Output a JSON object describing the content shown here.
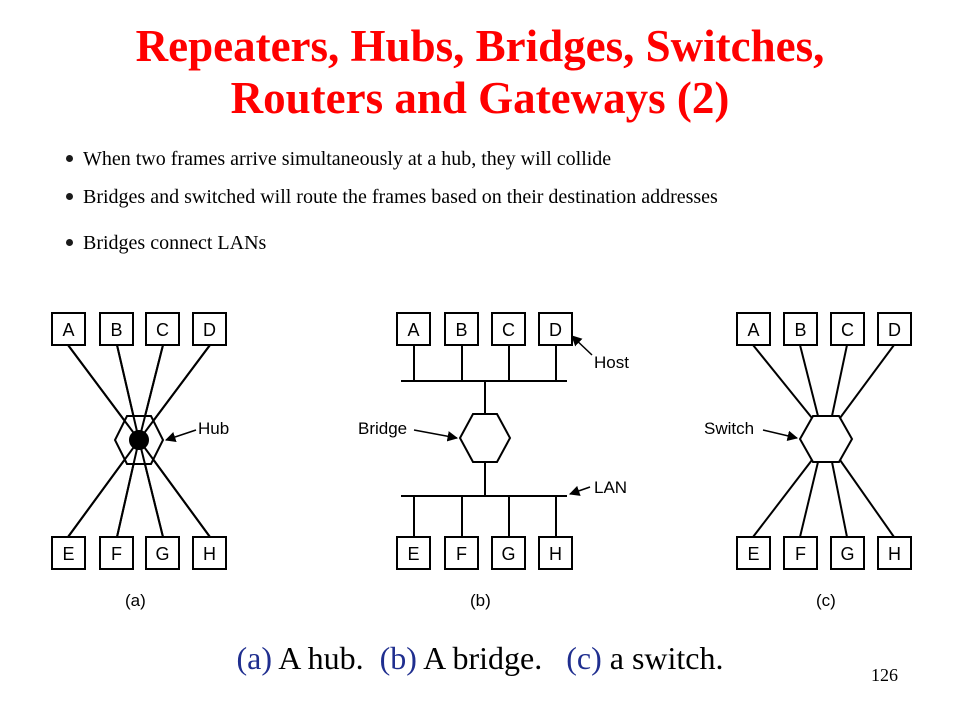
{
  "title": {
    "line1": "Repeaters, Hubs, Bridges, Switches,",
    "line2": "Routers and Gateways (2)"
  },
  "bullets": [
    "When two frames arrive simultaneously at a hub, they will collide",
    "Bridges and switched will route the frames based on their destination addresses",
    "Bridges connect LANs"
  ],
  "diagram": {
    "panel_a": {
      "top_nodes": [
        "A",
        "B",
        "C",
        "D"
      ],
      "bottom_nodes": [
        "E",
        "F",
        "G",
        "H"
      ],
      "pointer_label": "Hub",
      "panel_label": "(a)"
    },
    "panel_b": {
      "top_nodes": [
        "A",
        "B",
        "C",
        "D"
      ],
      "bottom_nodes": [
        "E",
        "F",
        "G",
        "H"
      ],
      "host_label": "Host",
      "bridge_label": "Bridge",
      "lan_label": "LAN",
      "panel_label": "(b)"
    },
    "panel_c": {
      "top_nodes": [
        "A",
        "B",
        "C",
        "D"
      ],
      "bottom_nodes": [
        "E",
        "F",
        "G",
        "H"
      ],
      "pointer_label": "Switch",
      "panel_label": "(c)"
    }
  },
  "caption": {
    "a_tag": "(a)",
    "a_text": "A hub.",
    "b_tag": "(b)",
    "b_text": "A bridge.",
    "c_tag": "(c)",
    "c_text": "a switch."
  },
  "page_number": "126"
}
